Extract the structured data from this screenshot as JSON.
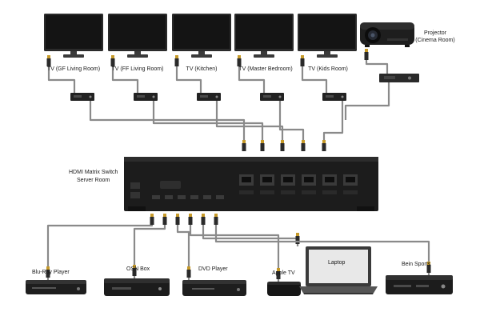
{
  "colors": {
    "screen": "#141414",
    "bezel": "#2b2b2b",
    "stand": "#3a3a3a",
    "cable": "#8a8a8a",
    "connector": "#c69a2a",
    "device": "#222222",
    "switch_body": "#1c1c1c",
    "label": "#1a1a1a"
  },
  "matrix_switch": {
    "title": "HDMI Matrix Switch",
    "location": "Server Room"
  },
  "displays": [
    {
      "label": "TV (GF Living Room)",
      "icon": "tv-icon"
    },
    {
      "label": "TV (FF Living Room)",
      "icon": "tv-icon"
    },
    {
      "label": "TV (Kitchen)",
      "icon": "tv-icon"
    },
    {
      "label": "TV (Master Bedroom)",
      "icon": "tv-icon"
    },
    {
      "label": "TV (Kids Room)",
      "icon": "tv-icon"
    }
  ],
  "projector": {
    "label_line1": "Projector",
    "label_line2": "(Cinema Room)",
    "icon": "projector-icon"
  },
  "sources": [
    {
      "label": "Blu-Ray Player",
      "icon": "bluray-player-icon"
    },
    {
      "label": "OSN Box",
      "icon": "set-top-box-icon"
    },
    {
      "label": "DVD Player",
      "icon": "dvd-player-icon"
    },
    {
      "label": "Apple TV",
      "icon": "apple-tv-icon"
    },
    {
      "label": "Laptop",
      "icon": "laptop-icon"
    },
    {
      "label": "Bein Sports",
      "icon": "receiver-icon"
    }
  ]
}
